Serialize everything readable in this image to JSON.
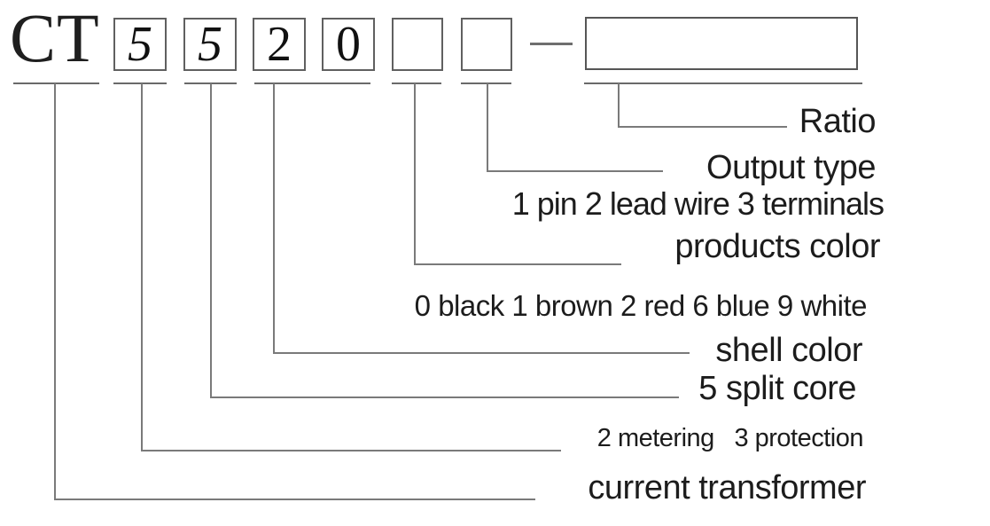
{
  "diagram": {
    "prefix": "CT",
    "code_boxes": [
      {
        "value": "5"
      },
      {
        "value": "5"
      },
      {
        "value": "2"
      },
      {
        "value": "0"
      },
      {
        "value": ""
      },
      {
        "value": ""
      }
    ],
    "ratio_box_value": "",
    "annotations": {
      "ratio": {
        "label": "Ratio"
      },
      "output_type": {
        "label": "Output type",
        "legend": "1 pin 2 lead wire 3 terminals"
      },
      "products_color": {
        "label": "products color",
        "legend": "0 black 1 brown 2 red 6 blue 9 white"
      },
      "shell_color": {
        "label": "shell color"
      },
      "split_core": {
        "label": "5 split core"
      },
      "metering_protection": {
        "label": "2 metering   3 protection"
      },
      "current_transformer": {
        "label": "current transformer"
      }
    },
    "colors": {
      "text": "#1c1c1c",
      "line": "#7a7a7a",
      "box_border": "#606060",
      "background": "#ffffff"
    }
  }
}
